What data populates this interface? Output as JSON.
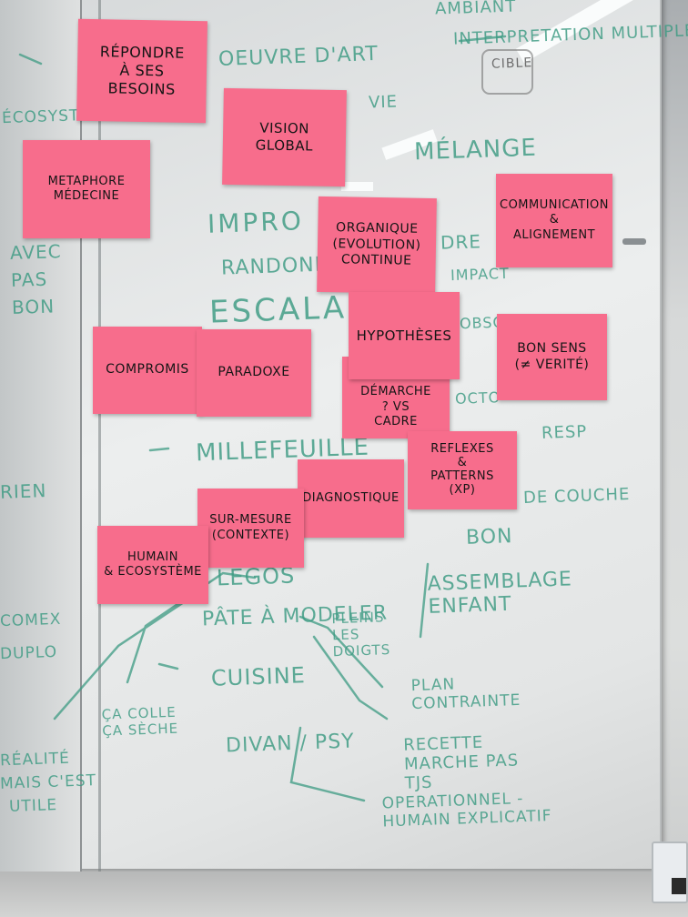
{
  "sticky_notes": [
    {
      "id": "repondre",
      "text": "RÉPONDRE\nÀ SES\nBESOINS"
    },
    {
      "id": "vision",
      "text": "VISION\nGLOBAL"
    },
    {
      "id": "metaphore",
      "text": "METAPHORE\nMÉDECINE"
    },
    {
      "id": "communication",
      "text": "COMMUNICATION\n&\nALIGNEMENT"
    },
    {
      "id": "organique",
      "text": "ORGANIQUE\n(EVOLUTION)\nCONTINUE"
    },
    {
      "id": "hypotheses",
      "text": "HYPOTHÈSES"
    },
    {
      "id": "compromis",
      "text": "COMPROMIS"
    },
    {
      "id": "paradoxe",
      "text": "PARADOXE"
    },
    {
      "id": "bon-sens",
      "text": "BON SENS\n(≠ VERITÉ)"
    },
    {
      "id": "demarche",
      "text": "DÉMARCHE\n? VS\nCADRE"
    },
    {
      "id": "reflexes",
      "text": "REFLEXES\n&\nPATTERNS\n(XP)"
    },
    {
      "id": "diagnostique",
      "text": "DIAGNOSTIQUE"
    },
    {
      "id": "sur-mesure",
      "text": "SUR-MESURE\n(CONTEXTE)"
    },
    {
      "id": "humain",
      "text": "HUMAIN\n& ECOSYSTÈME"
    }
  ],
  "marker_notes": [
    {
      "id": "t1",
      "text": "OEUVRE D'ART"
    },
    {
      "id": "t2",
      "text": "MÉLANGE"
    },
    {
      "id": "t3",
      "text": "IMPRO"
    },
    {
      "id": "t4",
      "text": "RANDONNÉE"
    },
    {
      "id": "t5",
      "text": "ESCALADE"
    },
    {
      "id": "t6",
      "text": "MILLEFEUILLE"
    },
    {
      "id": "t7",
      "text": "LEGOS"
    },
    {
      "id": "t8",
      "text": "PÂTE À MODELER"
    },
    {
      "id": "t9",
      "text": "CUISINE"
    },
    {
      "id": "t10",
      "text": "DIVAN / PSY"
    },
    {
      "id": "t11",
      "text": "ÇA COLLE ÇA SÈCHE"
    },
    {
      "id": "t12",
      "text": "PLEINS LES DOIGTS"
    },
    {
      "id": "t13",
      "text": "PLAN CONTRAINTE"
    },
    {
      "id": "t14",
      "text": "RECETTE MARCHE PAS TJS"
    },
    {
      "id": "t15",
      "text": "OPERATIONNEL - HUMAIN EXPLICATIF"
    },
    {
      "id": "t16",
      "text": "ASSEMBLAGE ENFANT"
    },
    {
      "id": "t17",
      "text": "BON"
    },
    {
      "id": "t18",
      "text": "DE COUCHE"
    },
    {
      "id": "t19",
      "text": "INTERPRETATION MULTIPLE"
    },
    {
      "id": "t20",
      "text": "AMBIANT"
    },
    {
      "id": "t21",
      "text": "COMEX"
    },
    {
      "id": "t22",
      "text": "DUPLO"
    },
    {
      "id": "t23",
      "text": "RÉALITÉ"
    },
    {
      "id": "t24",
      "text": "MAIS C'EST"
    },
    {
      "id": "t25",
      "text": "UTILE"
    },
    {
      "id": "t26",
      "text": "RIEN"
    },
    {
      "id": "t27",
      "text": "AVEC PAS BON"
    },
    {
      "id": "t28",
      "text": "ÉCOSYSTÈME"
    },
    {
      "id": "t29",
      "text": "OBSCUR"
    },
    {
      "id": "t30",
      "text": "RESP"
    },
    {
      "id": "t31",
      "text": "DRE"
    },
    {
      "id": "t32",
      "text": "IMPACT"
    },
    {
      "id": "t33",
      "text": "OCTO"
    },
    {
      "id": "t34",
      "text": "CIBLE"
    },
    {
      "id": "t35",
      "text": "VIE"
    }
  ],
  "colors": {
    "sticky": "#f76d8c",
    "marker": "#3d9b83",
    "board": "#e6e8e8"
  }
}
